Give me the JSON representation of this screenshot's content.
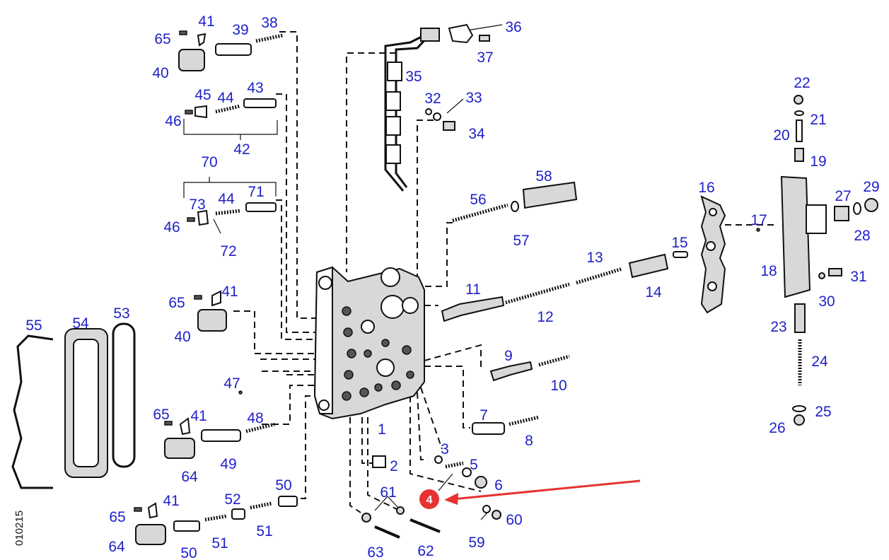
{
  "drawing_code": "010215",
  "colors": {
    "callout": "#1f21c8",
    "highlight": "#e63232",
    "line": "#111111"
  },
  "highlighted": "4",
  "callouts": [
    {
      "id": "c65a",
      "text": "65"
    },
    {
      "id": "c41a",
      "text": "41"
    },
    {
      "id": "c39",
      "text": "39"
    },
    {
      "id": "c38",
      "text": "38"
    },
    {
      "id": "c40a",
      "text": "40"
    },
    {
      "id": "c36",
      "text": "36"
    },
    {
      "id": "c37",
      "text": "37"
    },
    {
      "id": "c35",
      "text": "35"
    },
    {
      "id": "c45",
      "text": "45"
    },
    {
      "id": "c44a",
      "text": "44"
    },
    {
      "id": "c43",
      "text": "43"
    },
    {
      "id": "c46a",
      "text": "46"
    },
    {
      "id": "c42",
      "text": "42"
    },
    {
      "id": "c32",
      "text": "32"
    },
    {
      "id": "c33",
      "text": "33"
    },
    {
      "id": "c34",
      "text": "34"
    },
    {
      "id": "c22",
      "text": "22"
    },
    {
      "id": "c21",
      "text": "21"
    },
    {
      "id": "c20",
      "text": "20"
    },
    {
      "id": "c19",
      "text": "19"
    },
    {
      "id": "c70",
      "text": "70"
    },
    {
      "id": "c73",
      "text": "73"
    },
    {
      "id": "c44b",
      "text": "44"
    },
    {
      "id": "c71",
      "text": "71"
    },
    {
      "id": "c46b",
      "text": "46"
    },
    {
      "id": "c72",
      "text": "72"
    },
    {
      "id": "c56",
      "text": "56"
    },
    {
      "id": "c58",
      "text": "58"
    },
    {
      "id": "c57",
      "text": "57"
    },
    {
      "id": "c16",
      "text": "16"
    },
    {
      "id": "c29",
      "text": "29"
    },
    {
      "id": "c27",
      "text": "27"
    },
    {
      "id": "c28",
      "text": "28"
    },
    {
      "id": "c17",
      "text": "17"
    },
    {
      "id": "c13",
      "text": "13"
    },
    {
      "id": "c15",
      "text": "15"
    },
    {
      "id": "c18",
      "text": "18"
    },
    {
      "id": "c31",
      "text": "31"
    },
    {
      "id": "c14",
      "text": "14"
    },
    {
      "id": "c30",
      "text": "30"
    },
    {
      "id": "c65b",
      "text": "65"
    },
    {
      "id": "c41b",
      "text": "41"
    },
    {
      "id": "c11",
      "text": "11"
    },
    {
      "id": "c12",
      "text": "12"
    },
    {
      "id": "c55",
      "text": "55"
    },
    {
      "id": "c54",
      "text": "54"
    },
    {
      "id": "c53",
      "text": "53"
    },
    {
      "id": "c40b",
      "text": "40"
    },
    {
      "id": "c23",
      "text": "23"
    },
    {
      "id": "c9",
      "text": "9"
    },
    {
      "id": "c24",
      "text": "24"
    },
    {
      "id": "c10",
      "text": "10"
    },
    {
      "id": "c47",
      "text": "47"
    },
    {
      "id": "c65c",
      "text": "65"
    },
    {
      "id": "c41c",
      "text": "41"
    },
    {
      "id": "c48",
      "text": "48"
    },
    {
      "id": "c7",
      "text": "7"
    },
    {
      "id": "c25",
      "text": "25"
    },
    {
      "id": "c26",
      "text": "26"
    },
    {
      "id": "c1",
      "text": "1"
    },
    {
      "id": "c8",
      "text": "8"
    },
    {
      "id": "c3",
      "text": "3"
    },
    {
      "id": "c64a",
      "text": "64"
    },
    {
      "id": "c49",
      "text": "49"
    },
    {
      "id": "c2",
      "text": "2"
    },
    {
      "id": "c5",
      "text": "5"
    },
    {
      "id": "c6",
      "text": "6"
    },
    {
      "id": "c50a",
      "text": "50"
    },
    {
      "id": "c41d",
      "text": "41"
    },
    {
      "id": "c52",
      "text": "52"
    },
    {
      "id": "c61",
      "text": "61"
    },
    {
      "id": "c65d",
      "text": "65"
    },
    {
      "id": "c60",
      "text": "60"
    },
    {
      "id": "c51a",
      "text": "51"
    },
    {
      "id": "c64b",
      "text": "64"
    },
    {
      "id": "c51b",
      "text": "51"
    },
    {
      "id": "c59",
      "text": "59"
    },
    {
      "id": "c50b",
      "text": "50"
    },
    {
      "id": "c62",
      "text": "62"
    },
    {
      "id": "c63",
      "text": "63"
    }
  ]
}
